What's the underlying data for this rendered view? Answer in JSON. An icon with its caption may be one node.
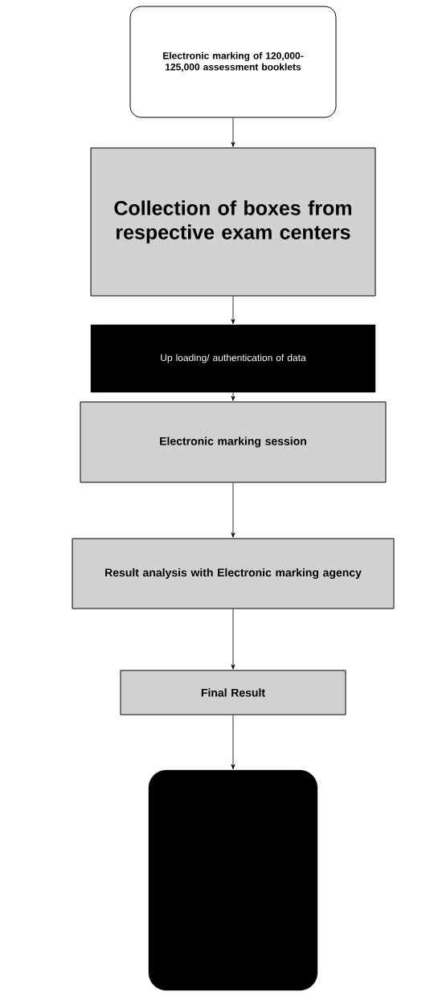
{
  "diagram": {
    "nodes": [
      {
        "text": [
          "Electronic marking of 120,000-125,000 assessment booklets"
        ]
      },
      {
        "text": [
          "Collection of boxes from respective exam centers"
        ]
      },
      {
        "text": [
          "Up loading/ authentication of data"
        ]
      },
      {
        "text": [
          "Electronic marking session"
        ]
      },
      {
        "text": [
          "Result analysis with Electronic marking agency"
        ]
      },
      {
        "text": [
          "Final Result"
        ]
      },
      {
        "text": [],
        "shape": "box"
      }
    ],
    "edges": [
      {
        "from": 0,
        "to": 1,
        "arrow": "to"
      },
      {
        "from": 1,
        "to": 2,
        "arrow": "to"
      },
      {
        "from": 2,
        "to": 3,
        "arrow": "to"
      },
      {
        "from": 3,
        "to": 4,
        "arrow": "to"
      },
      {
        "from": 4,
        "to": 5,
        "arrow": "to"
      },
      {
        "from": 5,
        "to": 6,
        "arrow": "to"
      }
    ]
  }
}
